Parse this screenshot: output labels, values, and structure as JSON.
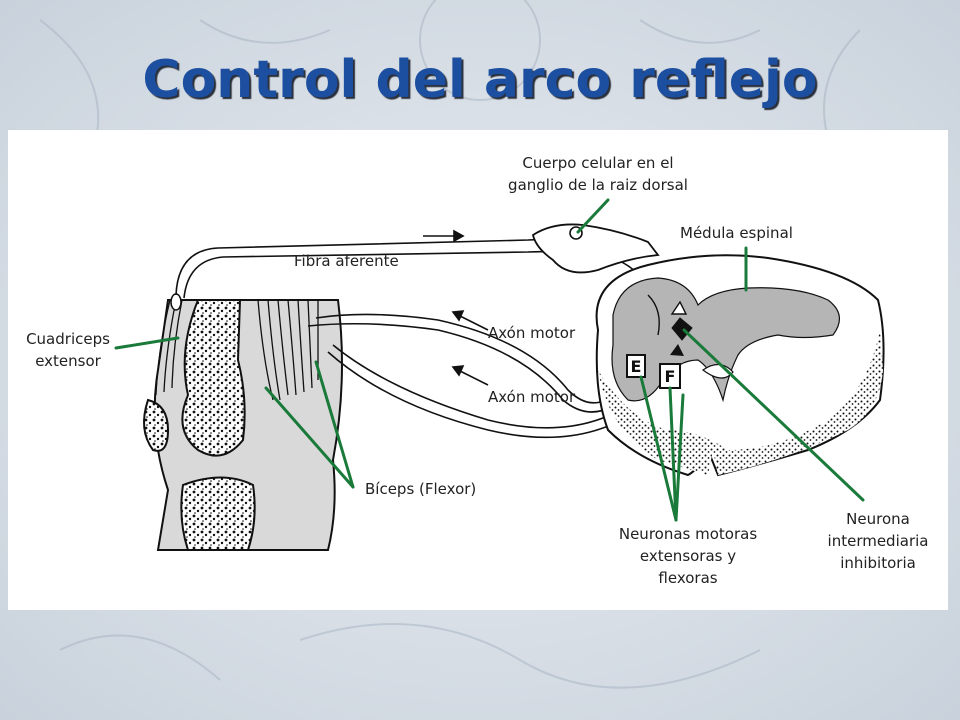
{
  "slide": {
    "title": "Control del arco reflejo"
  },
  "diagram": {
    "labels": {
      "cell_body": [
        "Cuerpo celular en el",
        "ganglio de la raiz dorsal"
      ],
      "spinal_cord": "Médula espinal",
      "afferent_fiber": "Fibra aferente",
      "motor_axon_1": "Axón motor",
      "motor_axon_2": "Axón motor",
      "quadriceps": [
        "Cuadriceps",
        "extensor"
      ],
      "biceps": "Bíceps (Flexor)",
      "motor_neurons": [
        "Neuronas motoras",
        "extensoras y",
        "flexoras"
      ],
      "interneuron": [
        "Neurona",
        "intermediaria",
        "inhibitoria"
      ],
      "neuron_e": "E",
      "neuron_f": "F"
    },
    "colors": {
      "title": "#1d4fa0",
      "leader_lines": "#1a7a3a",
      "gray_matter": "#b5b5b5",
      "muscle": "#d9d9d9"
    }
  }
}
